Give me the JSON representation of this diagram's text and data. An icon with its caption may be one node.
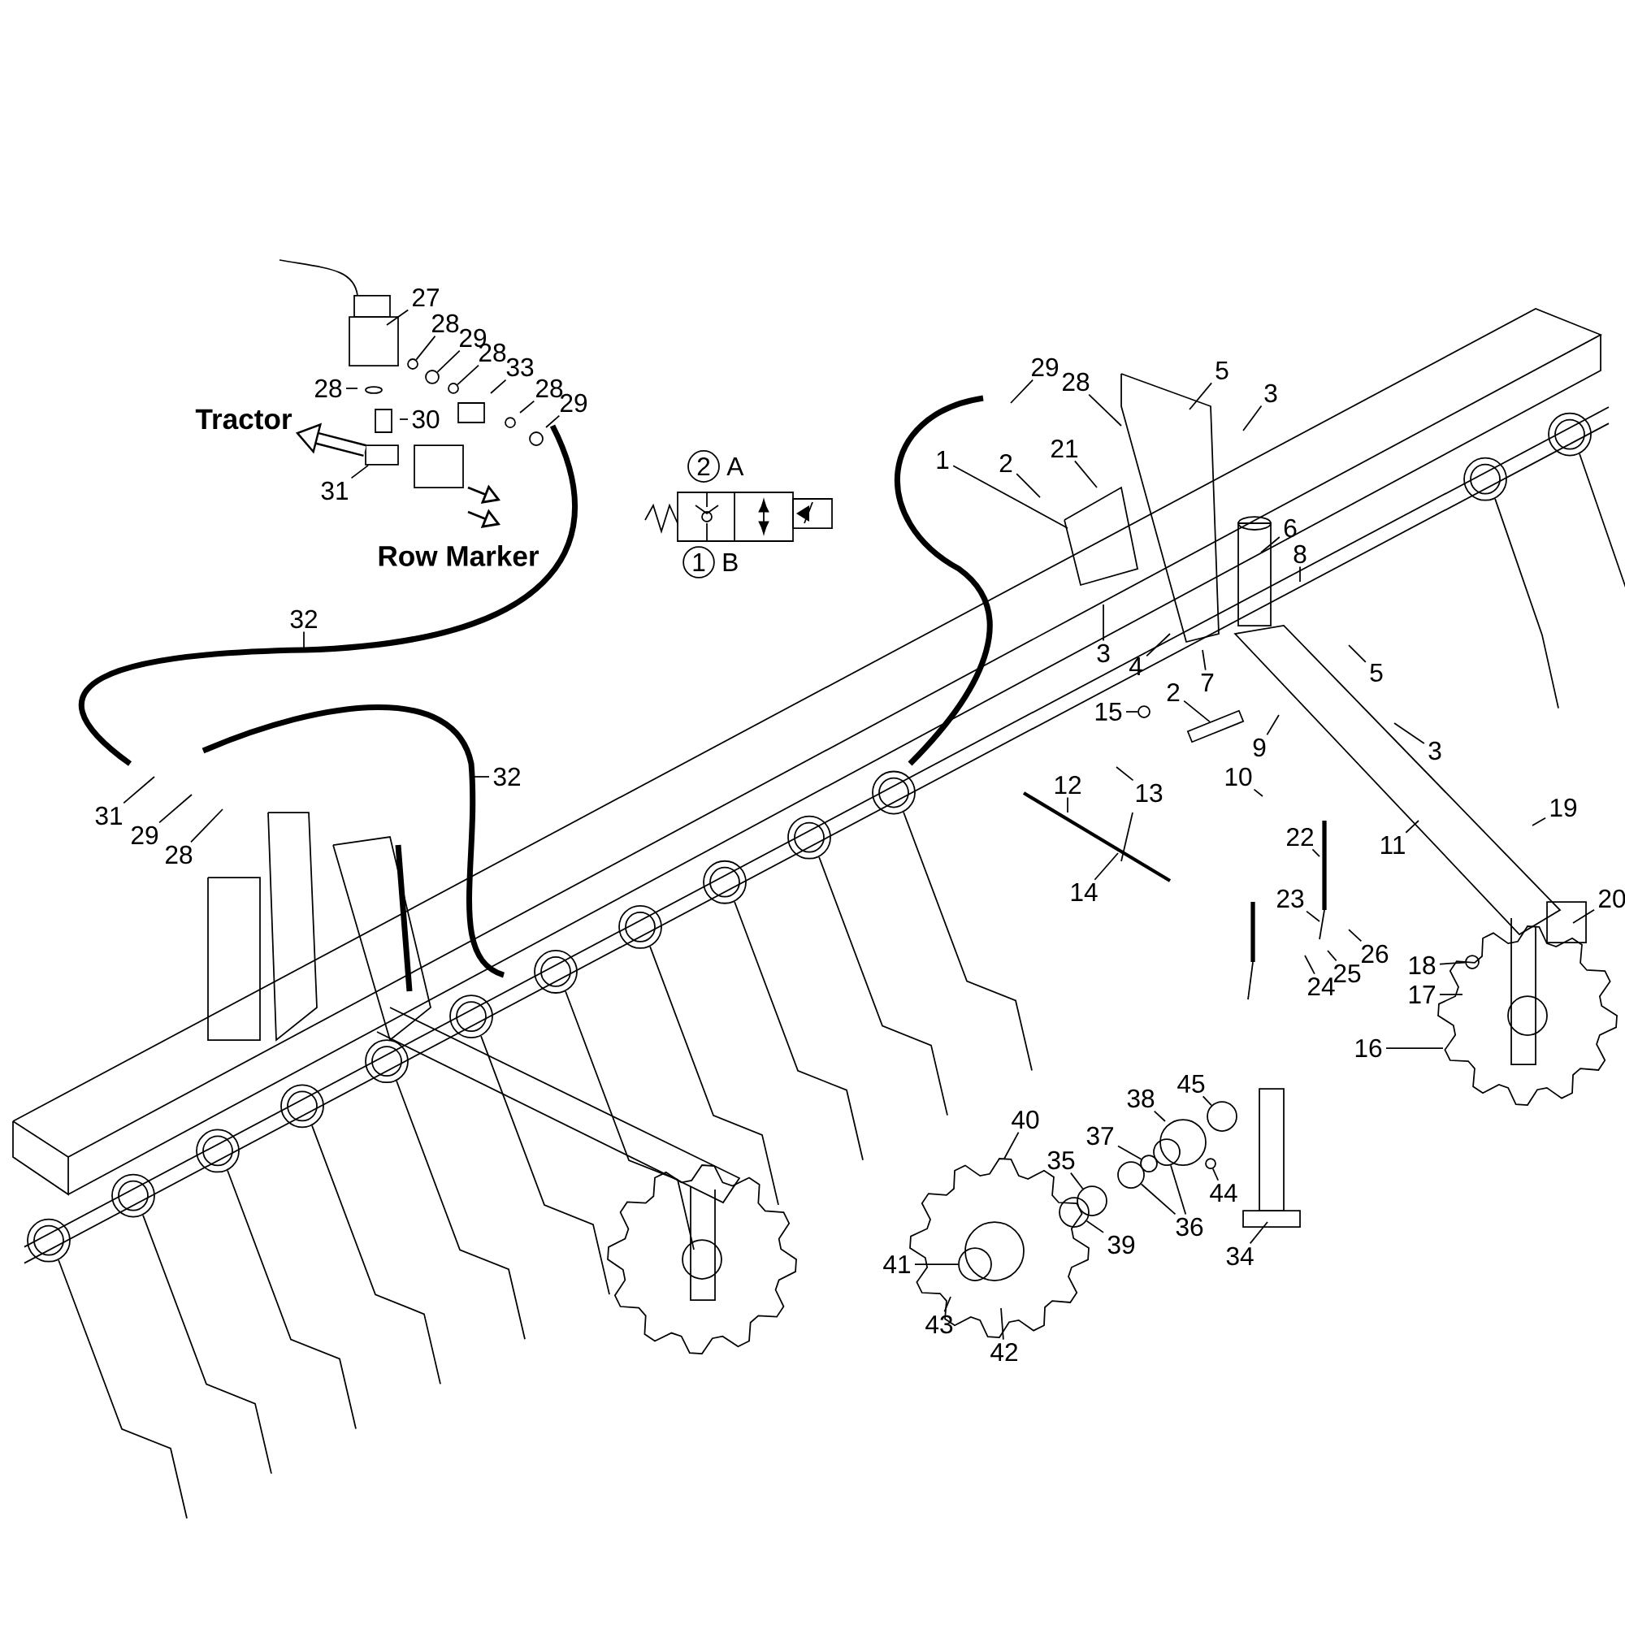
{
  "diagram": {
    "nodes": [
      {
        "text": [
          "27"
        ]
      },
      {
        "text": [
          "28"
        ]
      },
      {
        "text": [
          "29"
        ]
      },
      {
        "text": [
          "28"
        ]
      },
      {
        "text": [
          "33"
        ]
      },
      {
        "text": [
          "28"
        ]
      },
      {
        "text": [
          "29"
        ]
      },
      {
        "text": [
          "28"
        ]
      },
      {
        "text": [
          "30"
        ]
      },
      {
        "text": [
          "31"
        ]
      },
      {
        "text": [
          "29"
        ]
      },
      {
        "text": [
          "28"
        ]
      },
      {
        "text": [
          "5"
        ]
      },
      {
        "text": [
          "3"
        ]
      },
      {
        "text": [
          "1"
        ]
      },
      {
        "text": [
          "2"
        ]
      },
      {
        "text": [
          "21"
        ]
      },
      {
        "text": [
          "6"
        ]
      },
      {
        "text": [
          "8"
        ]
      },
      {
        "text": [
          "32"
        ]
      },
      {
        "text": [
          "3"
        ]
      },
      {
        "text": [
          "4"
        ]
      },
      {
        "text": [
          "7"
        ]
      },
      {
        "text": [
          "5"
        ]
      },
      {
        "text": [
          "15"
        ]
      },
      {
        "text": [
          "2"
        ]
      },
      {
        "text": [
          "9"
        ]
      },
      {
        "text": [
          "3"
        ]
      },
      {
        "text": [
          "31"
        ]
      },
      {
        "text": [
          "32"
        ]
      },
      {
        "text": [
          "12"
        ]
      },
      {
        "text": [
          "13"
        ]
      },
      {
        "text": [
          "10"
        ]
      },
      {
        "text": [
          "19"
        ]
      },
      {
        "text": [
          "29"
        ]
      },
      {
        "text": [
          "11"
        ]
      },
      {
        "text": [
          "22"
        ]
      },
      {
        "text": [
          "28"
        ]
      },
      {
        "text": [
          "14"
        ]
      },
      {
        "text": [
          "23"
        ]
      },
      {
        "text": [
          "20"
        ]
      },
      {
        "text": [
          "26"
        ]
      },
      {
        "text": [
          "18"
        ]
      },
      {
        "text": [
          "25"
        ]
      },
      {
        "text": [
          "24"
        ]
      },
      {
        "text": [
          "17"
        ]
      },
      {
        "text": [
          "16"
        ]
      },
      {
        "text": [
          "45"
        ]
      },
      {
        "text": [
          "38"
        ]
      },
      {
        "text": [
          "40"
        ]
      },
      {
        "text": [
          "37"
        ]
      },
      {
        "text": [
          "35"
        ]
      },
      {
        "text": [
          "44"
        ]
      },
      {
        "text": [
          "36"
        ]
      },
      {
        "text": [
          "39"
        ]
      },
      {
        "text": [
          "34"
        ]
      },
      {
        "text": [
          "41"
        ]
      },
      {
        "text": [
          "43"
        ]
      },
      {
        "text": [
          "42"
        ]
      },
      {
        "text": [
          "Tractor"
        ]
      },
      {
        "text": [],
        "shape": "circle"
      },
      {
        "text": [],
        "shape": "circle"
      },
      {
        "text": [],
        "shape": "circle"
      },
      {
        "text": [],
        "shape": "box"
      },
      {
        "text": [],
        "shape": "bar"
      },
      {
        "text": [],
        "shape": "circle"
      },
      {
        "text": [],
        "shape": "circle"
      },
      {
        "text": [],
        "shape": "circle"
      },
      {
        "text": [],
        "shape": "circle"
      },
      {
        "text": [],
        "shape": "circle"
      },
      {
        "text": [],
        "shape": "circle"
      },
      {
        "text": [],
        "shape": "circle"
      },
      {
        "text": [],
        "shape": "circle"
      },
      {
        "text": [],
        "shape": "circle"
      },
      {
        "text": [],
        "shape": "circle"
      },
      {
        "text": [
          "2"
        ],
        "beside": [
          "A"
        ]
      },
      {
        "text": [
          "1"
        ],
        "beside": [
          "B"
        ]
      }
    ],
    "edges": [
      {
        "from": 0,
        "to": null,
        "arrow": "none"
      },
      {
        "from": 1,
        "to": 60,
        "arrow": "none"
      },
      {
        "from": 2,
        "to": 61,
        "arrow": "none"
      },
      {
        "from": 3,
        "to": 62,
        "arrow": "none"
      },
      {
        "from": 4,
        "to": null,
        "arrow": "none"
      },
      {
        "from": 5,
        "to": null,
        "arrow": "none"
      },
      {
        "from": 6,
        "to": null,
        "arrow": "none"
      },
      {
        "from": 7,
        "to": null,
        "arrow": "none"
      },
      {
        "from": 8,
        "to": null,
        "arrow": "none"
      },
      {
        "from": 9,
        "to": 63,
        "arrow": "none"
      },
      {
        "from": 10,
        "to": null,
        "arrow": "none"
      },
      {
        "from": 11,
        "to": null,
        "arrow": "none"
      },
      {
        "from": 12,
        "to": null,
        "arrow": "none"
      },
      {
        "from": 13,
        "to": null,
        "arrow": "none"
      },
      {
        "from": 14,
        "to": null,
        "arrow": "none"
      },
      {
        "from": 15,
        "to": null,
        "arrow": "none"
      },
      {
        "from": 16,
        "to": null,
        "arrow": "none"
      },
      {
        "from": 17,
        "to": null,
        "arrow": "none"
      },
      {
        "from": 18,
        "to": null,
        "arrow": "none"
      },
      {
        "from": 19,
        "to": null,
        "arrow": "none"
      },
      {
        "from": 20,
        "to": null,
        "arrow": "none"
      },
      {
        "from": 21,
        "to": null,
        "arrow": "none"
      },
      {
        "from": 22,
        "to": null,
        "arrow": "none"
      },
      {
        "from": 23,
        "to": null,
        "arrow": "none"
      },
      {
        "from": 24,
        "to": 74,
        "arrow": "none"
      },
      {
        "from": 25,
        "to": 64,
        "arrow": "none"
      },
      {
        "from": 26,
        "to": null,
        "arrow": "none"
      },
      {
        "from": 27,
        "to": null,
        "arrow": "none"
      },
      {
        "from": 28,
        "to": null,
        "arrow": "none"
      },
      {
        "from": 29,
        "to": null,
        "arrow": "none"
      },
      {
        "from": 30,
        "to": null,
        "arrow": "none"
      },
      {
        "from": 31,
        "to": null,
        "arrow": "none"
      },
      {
        "from": 32,
        "to": null,
        "arrow": "none"
      },
      {
        "from": 33,
        "to": null,
        "arrow": "none"
      },
      {
        "from": 34,
        "to": null,
        "arrow": "none"
      },
      {
        "from": 35,
        "to": null,
        "arrow": "none"
      },
      {
        "from": 36,
        "to": null,
        "arrow": "none"
      },
      {
        "from": 37,
        "to": null,
        "arrow": "none"
      },
      {
        "from": 38,
        "to": null,
        "arrow": "none"
      },
      {
        "from": 39,
        "to": null,
        "arrow": "none"
      },
      {
        "from": 40,
        "to": null,
        "arrow": "none"
      },
      {
        "from": 41,
        "to": null,
        "arrow": "none"
      },
      {
        "from": 42,
        "to": 65,
        "arrow": "none"
      },
      {
        "from": 43,
        "to": null,
        "arrow": "none"
      },
      {
        "from": 44,
        "to": null,
        "arrow": "none"
      },
      {
        "from": 45,
        "to": null,
        "arrow": "none"
      },
      {
        "from": 46,
        "to": null,
        "arrow": "none"
      },
      {
        "from": 47,
        "to": 66,
        "arrow": "none"
      },
      {
        "from": 48,
        "to": null,
        "arrow": "none"
      },
      {
        "from": 49,
        "to": null,
        "arrow": "none"
      },
      {
        "from": 50,
        "to": 67,
        "arrow": "none"
      },
      {
        "from": 51,
        "to": 68,
        "arrow": "none"
      },
      {
        "from": 52,
        "to": 69,
        "arrow": "none"
      },
      {
        "from": 53,
        "to": 70,
        "arrow": "none"
      },
      {
        "from": 53,
        "to": 71,
        "arrow": "none"
      },
      {
        "from": 54,
        "to": 72,
        "arrow": "none"
      },
      {
        "from": 55,
        "to": null,
        "arrow": "none"
      },
      {
        "from": 56,
        "to": 73,
        "arrow": "none"
      },
      {
        "from": 57,
        "to": null,
        "arrow": "none"
      },
      {
        "from": 58,
        "to": null,
        "arrow": "none"
      },
      {
        "from": 63,
        "to": 59,
        "arrow": "to",
        "style": "thick"
      }
    ],
    "labels": [
      "Row Marker"
    ]
  }
}
